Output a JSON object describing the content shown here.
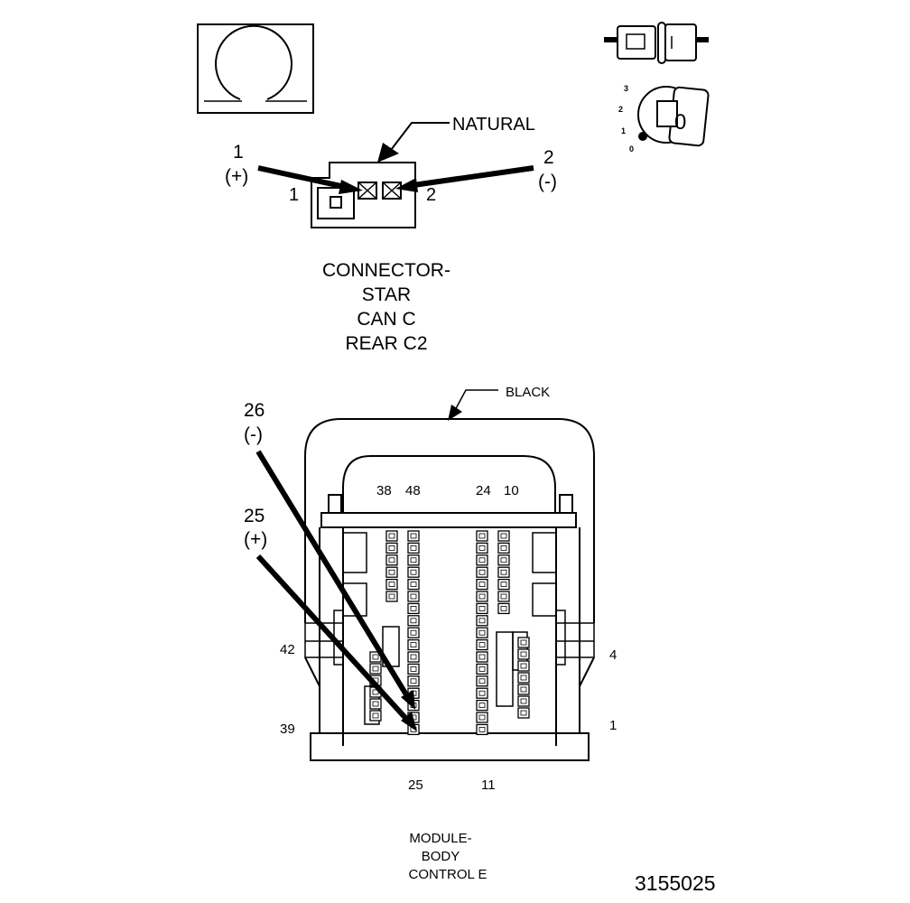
{
  "icons": {
    "test_symbol": "ohm-meter-icon",
    "connector_symbol": "disconnected-connector-icon",
    "ignition_symbol": "ignition-key-off-icon"
  },
  "ignition": {
    "positions": [
      "3",
      "2",
      "1",
      "0"
    ],
    "key_label": "0"
  },
  "connector_star": {
    "color_label": "NATURAL",
    "pin1_callout": "1",
    "pin1_polarity": "(+)",
    "pin2_callout": "2",
    "pin2_polarity": "(-)",
    "side_label_left": "1",
    "side_label_right": "2",
    "title_lines": [
      "CONNECTOR-",
      "STAR",
      "CAN C",
      "REAR C2"
    ]
  },
  "module": {
    "color_label": "BLACK",
    "callout_a": "26",
    "callout_a_polarity": "(-)",
    "callout_b": "25",
    "callout_b_polarity": "(+)",
    "top_pins": [
      "38",
      "48",
      "24",
      "10"
    ],
    "left_pins": [
      "42",
      "39"
    ],
    "right_pins": [
      "4",
      "1"
    ],
    "bottom_pins": [
      "25",
      "11"
    ],
    "title_lines": [
      "MODULE-",
      "BODY",
      "CONTROL E"
    ]
  },
  "figure_id": "3155025"
}
